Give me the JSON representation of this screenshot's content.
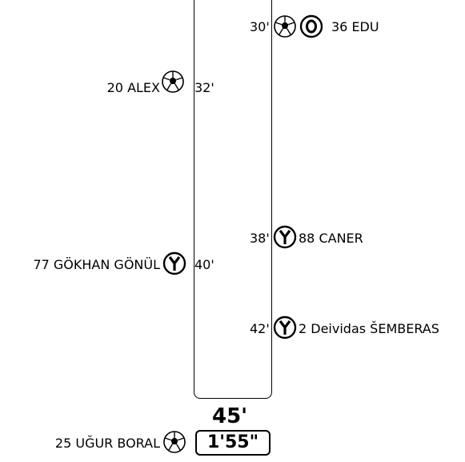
{
  "events": [
    {
      "id": "edu-goal",
      "side": "right",
      "minute": "30'",
      "player": "36  EDU",
      "icons": [
        "ball-icon",
        "own-goal-icon"
      ]
    },
    {
      "id": "alex-goal",
      "side": "left",
      "minute": "32'",
      "player": "20  ALEX",
      "icons": [
        "ball-icon"
      ]
    },
    {
      "id": "caner-card",
      "side": "right",
      "minute": "38'",
      "player": "88  CANER",
      "icons": [
        "yellow-card-icon"
      ]
    },
    {
      "id": "gokhan-card",
      "side": "left",
      "minute": "40'",
      "player": "77  GÖKHAN GÖNÜL",
      "icons": [
        "yellow-card-icon"
      ]
    },
    {
      "id": "semberas-card",
      "side": "right",
      "minute": "42'",
      "player": "2 Deividas ŠEMBERAS",
      "icons": [
        "yellow-card-icon"
      ]
    },
    {
      "id": "boral-goal",
      "side": "left",
      "minute": "",
      "player": "25  UĞUR BORAL",
      "icons": [
        "ball-icon"
      ]
    }
  ],
  "half_time": {
    "label": "45'",
    "stoppage": "1'55\""
  }
}
